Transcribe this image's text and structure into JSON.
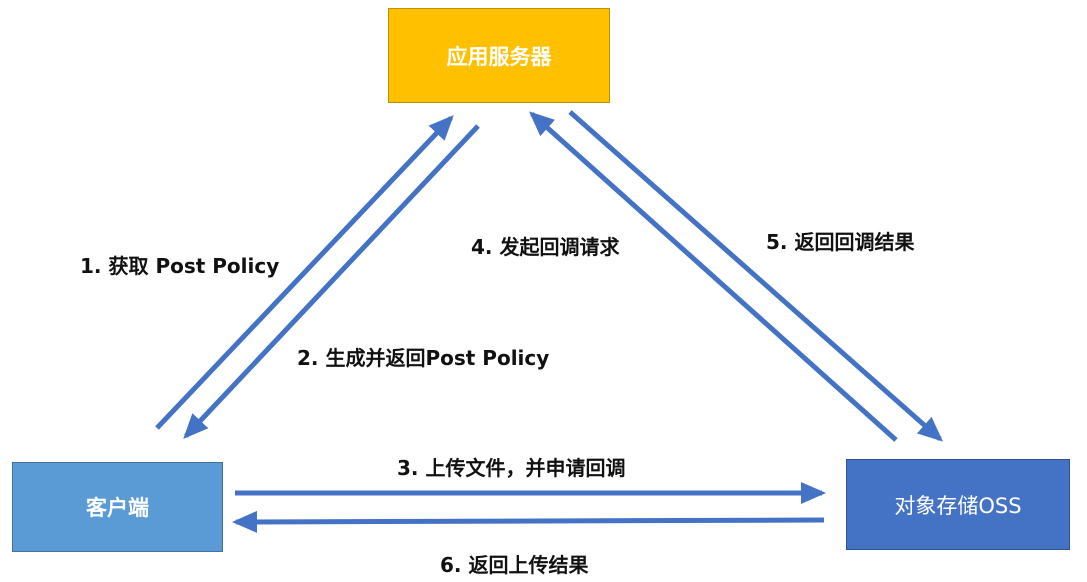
{
  "nodes": {
    "server": "应用服务器",
    "client": "客户端",
    "oss": "对象存储OSS"
  },
  "edges": {
    "step1": "1. 获取 Post Policy",
    "step2": "2. 生成并返回Post Policy",
    "step3": "3. 上传文件，并申请回调",
    "step4": "4. 发起回调请求",
    "step5": "5. 返回回调结果",
    "step6": "6. 返回上传结果"
  },
  "colors": {
    "server": "#FFC000",
    "client": "#5B9BD5",
    "oss": "#4472C4",
    "arrow": "#4472C4"
  }
}
